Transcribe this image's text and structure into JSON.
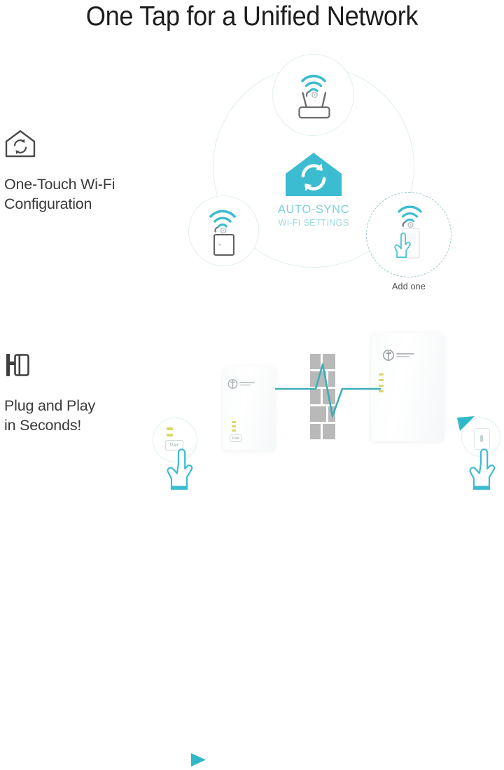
{
  "page": {
    "title": "One Tap for a Unified Network",
    "background_color": "#ffffff",
    "accent_color": "#29b3c6",
    "accent_light_color": "#7fd0dc",
    "text_color": "#2b2b2b",
    "led_color": "#d8d86a",
    "wall_color": "#b9b9b9"
  },
  "features": [
    {
      "icon": "house-sync-icon",
      "line1": "One-Touch Wi-Fi",
      "line2": "Configuration"
    },
    {
      "icon": "plug-socket-icon",
      "line1": "Plug and Play",
      "line2": "in Seconds!"
    }
  ],
  "diagram": {
    "center": {
      "icon": "house-sync-icon-teal",
      "title": "AUTO-SYNC",
      "subtitle": "WI-FI SETTINGS"
    },
    "nodes": [
      {
        "id": "router",
        "icon": "router-icon",
        "wifi": "wifi-signal-icon",
        "label": ""
      },
      {
        "id": "extender",
        "icon": "wall-extender-icon",
        "wifi": "wifi-signal-icon",
        "label": ""
      },
      {
        "id": "add-one",
        "icon": "wall-extender-icon",
        "wifi": "wifi-signal-icon",
        "label": "Add one",
        "style": "dashed"
      }
    ]
  },
  "bottom": {
    "left_callout": {
      "button_label": "Pair",
      "hand": "hand-tap-icon",
      "led_count": 2
    },
    "right_callout": {
      "button_label": "",
      "hand": "hand-tap-icon"
    },
    "left_device": {
      "brand": "tp-link",
      "led_count": 3
    },
    "right_device": {
      "brand": "tp-link",
      "led_count": 4
    },
    "wall": "brick-wall",
    "signal": "powerline-signal-wave"
  }
}
